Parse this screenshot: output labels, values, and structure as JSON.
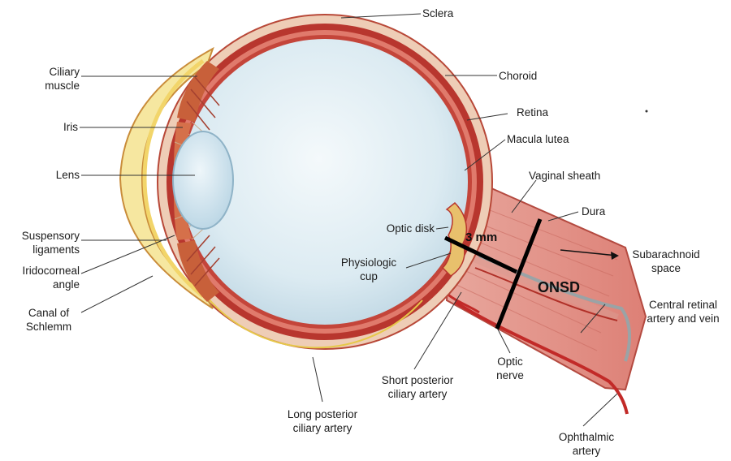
{
  "labels": {
    "sclera": "Sclera",
    "ciliary_muscle": "Ciliary\nmuscle",
    "choroid": "Choroid",
    "retina": "Retina",
    "iris": "Iris",
    "macula_lutea": "Macula lutea",
    "lens": "Lens",
    "vaginal_sheath": "Vaginal sheath",
    "dura": "Dura",
    "optic_disk": "Optic disk",
    "suspensory_ligaments": "Suspensory\nligaments",
    "subarachnoid_space": "Subarachnoid\nspace",
    "physiologic_cup": "Physiologic\ncup",
    "iridocorneal_angle": "Iridocorneal\nangle",
    "central_retinal": "Central retinal\nartery and vein",
    "canal_of_schlemm": "Canal of\nSchlemm",
    "optic_nerve": "Optic\nnerve",
    "short_posterior_ciliary": "Short posterior\nciliary artery",
    "long_posterior_ciliary": "Long posterior\nciliary artery",
    "ophthalmic_artery": "Ophthalmic\nartery"
  },
  "measurements": {
    "depth": "3 mm",
    "onsd": "ONSD"
  },
  "colors": {
    "background": "#ffffff",
    "sclera": "#e9c9b2",
    "choroid": "#b8362e",
    "retina_band": "#d8685e",
    "vitreous": "#d8e9f1",
    "lens": "#cfe5f1",
    "cornea": "#f5e8a2",
    "iris": "#c8603a",
    "nerve": "#e08a80",
    "artery": "#c22a28",
    "measure_line": "#000000"
  }
}
